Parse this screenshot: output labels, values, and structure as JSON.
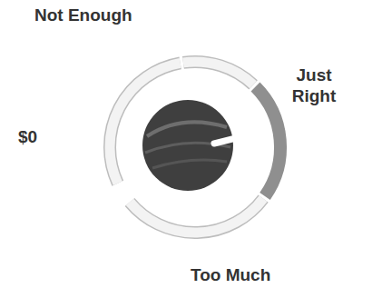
{
  "diagram": {
    "labels": [
      "Not Enough",
      "Just Right",
      "$0",
      "Too Much"
    ]
  }
}
